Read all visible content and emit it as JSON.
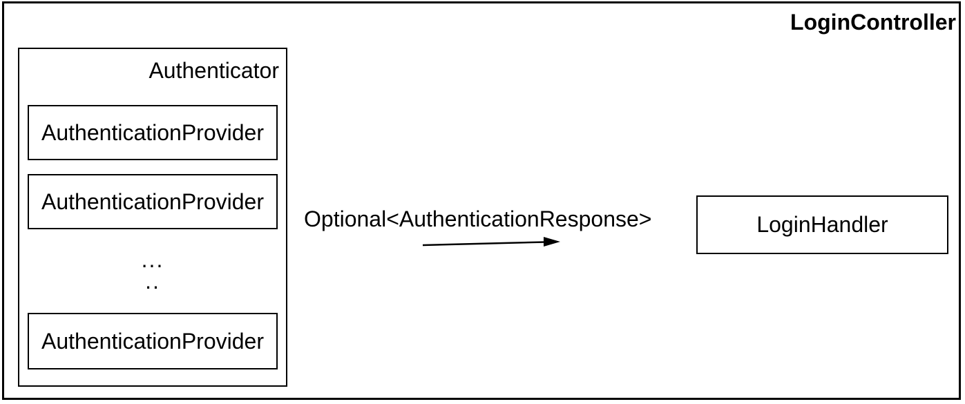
{
  "diagram": {
    "background_color": "#ffffff",
    "line_color": "#000000",
    "outer": {
      "label": "LoginController"
    },
    "authenticator": {
      "label": "Authenticator",
      "providers": [
        "AuthenticationProvider",
        "AuthenticationProvider",
        "AuthenticationProvider"
      ],
      "ellipsis_line1": "...",
      "ellipsis_line2": ".."
    },
    "arrow": {
      "label": "Optional<AuthenticationResponse>",
      "direction": "right"
    },
    "handler": {
      "label": "LoginHandler"
    }
  }
}
